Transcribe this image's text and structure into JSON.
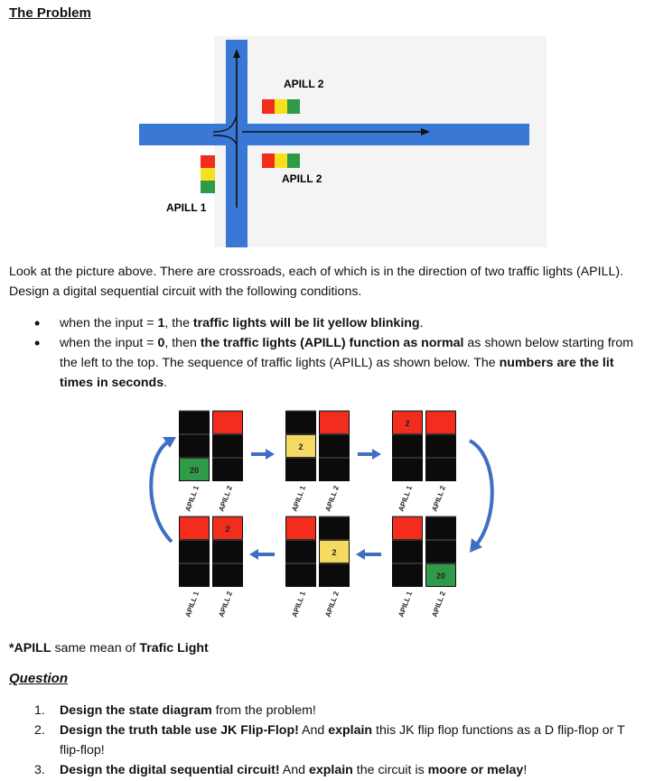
{
  "heading": "The Problem",
  "crossroad": {
    "label_top": "APILL 2",
    "label_right": "APILL 2",
    "label_left": "APILL 1",
    "road_color": "#3a78d6",
    "colors": {
      "red": "#f22d1e",
      "yellow": "#f6e21c",
      "green": "#2f9b49"
    }
  },
  "intro": "Look at the picture above. There are crossroads, each of which is in the direction of two traffic lights (APILL). Design a digital sequential circuit with the following conditions.",
  "bullets": [
    {
      "a": "when the input = ",
      "b": "1",
      "c": ", the ",
      "d": "traffic lights will be lit yellow blinking",
      "e": "."
    },
    {
      "a": "when the input = ",
      "b": "0",
      "c": ", then ",
      "d": "the traffic lights (APILL) function as normal",
      "e": " as shown below starting from the left to the top. The sequence of traffic lights (APILL) as shown below. The ",
      "f": "numbers are the lit times in seconds",
      "g": "."
    }
  ],
  "sequence": {
    "labels": {
      "l1": "APILL 1",
      "l2": "APILL 2"
    },
    "states": [
      {
        "apill1": "green",
        "apill1_value": "20",
        "apill2": "red",
        "apill2_value": ""
      },
      {
        "apill1": "yellow",
        "apill1_value": "2",
        "apill2": "red",
        "apill2_value": ""
      },
      {
        "apill1": "red",
        "apill1_value": "2",
        "apill2": "red",
        "apill2_value": ""
      },
      {
        "apill1": "red",
        "apill1_value": "",
        "apill2": "green",
        "apill2_value": "20"
      },
      {
        "apill1": "red",
        "apill1_value": "",
        "apill2": "yellow",
        "apill2_value": "2"
      },
      {
        "apill1": "red",
        "apill1_value": "",
        "apill2": "red",
        "apill2_value": "2"
      }
    ]
  },
  "note": {
    "a": "*APILL",
    "b": " same mean of ",
    "c": "Trafic Light"
  },
  "question_heading": "Question",
  "questions": [
    {
      "num": "1.",
      "a": "Design the state diagram",
      "b": " from the problem!",
      "c": "",
      "d": ""
    },
    {
      "num": "2.",
      "a": "Design the truth table use JK Flip-Flop!",
      "b": " And ",
      "c": "explain",
      "d": " this JK flip flop functions as a D flip-flop or T flip-flop!"
    },
    {
      "num": "3.",
      "a": "Design the digital sequential circuit!",
      "b": " And ",
      "c": "explain",
      "d": " the circuit is ",
      "e": "moore or melay",
      "f": "!"
    }
  ]
}
